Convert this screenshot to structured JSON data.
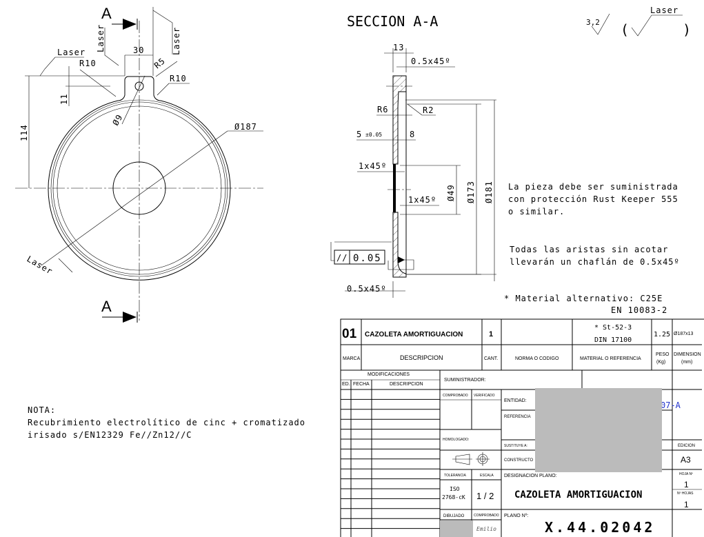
{
  "front_view": {
    "section_mark_top": "A",
    "section_mark_bottom": "A",
    "laser_labels": [
      "Laser",
      "Laser",
      "Laser",
      "Laser"
    ],
    "dims": {
      "width_30": "30",
      "r10_left": "R10",
      "r10_right": "R10",
      "r5": "R5",
      "d9": "Ø9",
      "h11": "11",
      "h114": "114",
      "d187": "Ø187"
    }
  },
  "section_view": {
    "title": "SECCION A-A",
    "dims": {
      "t13": "13",
      "chamfer_top": "0.5x45º",
      "r6": "R6",
      "r2": "R2",
      "t5": "5",
      "t5_tol": "±0.05",
      "t8": "8",
      "ch1": "1x45º",
      "ch2": "1x45º",
      "d49": "Ø49",
      "d173": "Ø173",
      "d181": "Ø181",
      "chamfer_bottom": "0.5x45º"
    },
    "tolerance_symbol": "//",
    "tolerance_value": "0.05"
  },
  "surface_finish": {
    "roughness": "3,2",
    "process": "Laser",
    "paren_open": "(",
    "paren_close": ")"
  },
  "notes": {
    "supply_1": "La pieza debe ser suministrada",
    "supply_2": "con protección Rust Keeper 555",
    "supply_3": "o similar.",
    "edges_1": "Todas las aristas sin acotar",
    "edges_2": "llevarán un chaflán de 0.5x45º",
    "material_1": "* Material alternativo: C25E",
    "material_2": "EN 10083-2",
    "nota_title": "NOTA:",
    "nota_1": "Recubrimiento electrolítico de cinc + cromatizado",
    "nota_2": "irisado s/EN12329 Fe//Zn12//C"
  },
  "title_block": {
    "part": {
      "marca": "01",
      "descripcion": "CAZOLETA AMORTIGUACION",
      "cant": "1",
      "norma": "",
      "material_1": "* St-52-3",
      "material_2": "DIN 17100",
      "peso": "1.25",
      "dimension": "Ø187x13"
    },
    "headers": {
      "marca": "MARCA",
      "descripcion": "DESCRIPCION",
      "cant": "CANT.",
      "norma": "NORMA O CODIGO",
      "material": "MATERIAL O REFERENCIA",
      "peso_1": "PESO",
      "peso_2": "(Kg)",
      "dim_1": "DIMENSION",
      "dim_2": "(mm)"
    },
    "mods": {
      "title": "MODIFICACIONES",
      "ed": "ED.",
      "fecha": "FECHA",
      "descripcion": "DESCRIPCION"
    },
    "suministrador": "SUMINISTRADOR:",
    "comprobado": "COMPROBADO",
    "verificado": "VERIFICADO",
    "entidad": "ENTIDAD:",
    "entidad_code": "07-A",
    "referencia": "REFERENCIA",
    "homologado": "HOMOLOGADO:",
    "sustituye": "SUSTITUYE A:",
    "constructor": "CONSTRUCTO",
    "tolerancia": "TOLERANCIA",
    "escala": "ESCALA",
    "tol_1": "ISO",
    "tol_2": "2768-cK",
    "escala_value": "1 / 2",
    "designacion": "DESIGNACION PLANO:",
    "designacion_value": "CAZOLETA AMORTIGUACION",
    "edicion": "EDICION",
    "edicion_value": "A3",
    "hoja": "HOJA Nº",
    "hoja_value": "1",
    "n_hojas": "Nº HOJAS",
    "n_hojas_value": "1",
    "dibujado": "DIBUJADO",
    "comprobado_2": "COMPROBADO",
    "comprobado_by": "Emilio",
    "plano": "PLANO Nº:",
    "plano_value": "X.44.02042"
  },
  "colors": {
    "redaction": "#bbbbbb",
    "link": "#2233cc"
  }
}
